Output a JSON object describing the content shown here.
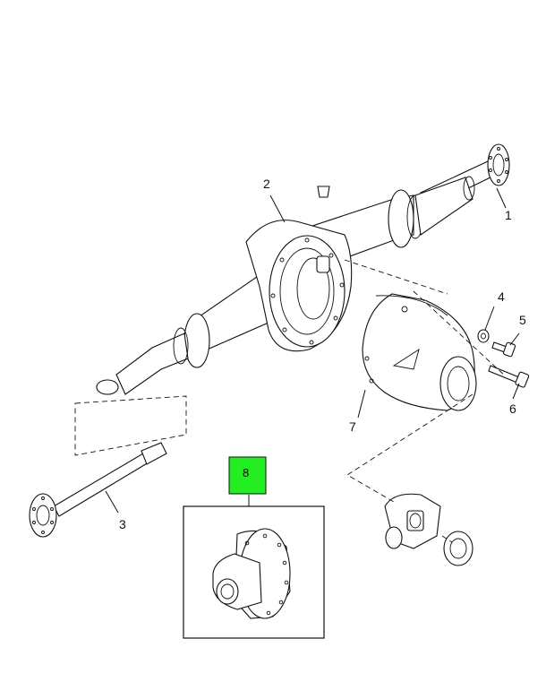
{
  "callouts": {
    "c1": "1",
    "c2": "2",
    "c3": "3",
    "c4": "4",
    "c5": "5",
    "c6": "6",
    "c7": "7",
    "c8": "8"
  },
  "colors": {
    "highlight": "#22ee22",
    "line": "#111111",
    "background": "#ffffff"
  }
}
